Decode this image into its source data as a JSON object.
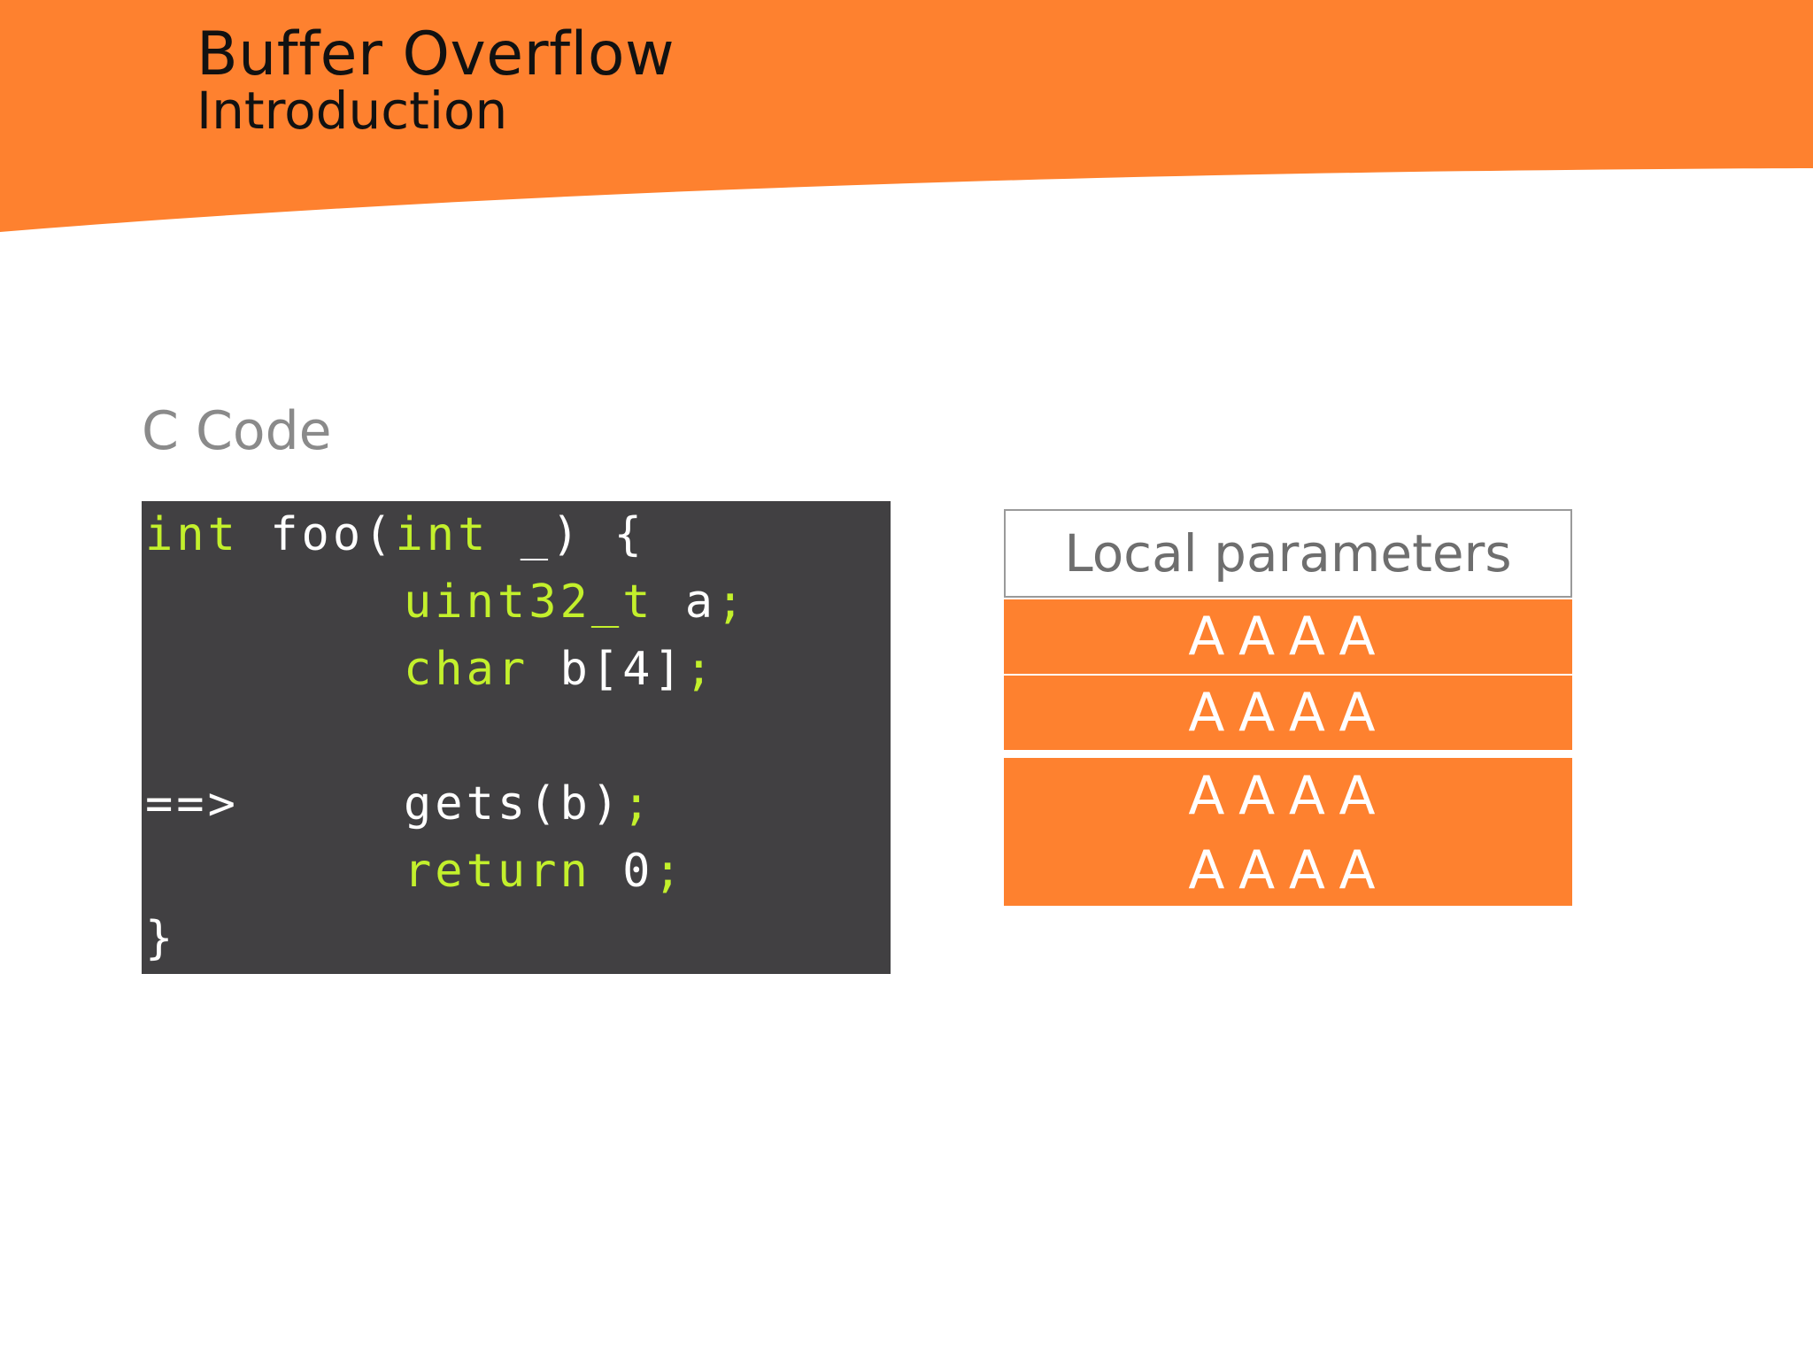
{
  "slide": {
    "title": "Buffer Overflow",
    "subtitle": "Introduction",
    "section_heading": "C Code",
    "accent_color": "#fe812f",
    "code_background": "#414042",
    "keyword_color": "#c3f02c"
  },
  "code": {
    "line1": {
      "kw1": "int",
      "txt1": " foo(",
      "kw2": "int",
      "txt2": " _) {"
    },
    "line2": {
      "kw": "uint32_t",
      "txt": " a",
      "pun": ";"
    },
    "line3": {
      "kw": "char",
      "txt": " b[4]",
      "pun": ";"
    },
    "line5": {
      "arrow": "==>",
      "txt": "gets(b)",
      "pun": ";"
    },
    "line6": {
      "kw": "return",
      "txt": " 0",
      "pun": ";"
    },
    "line7": {
      "txt": "}"
    }
  },
  "stack": {
    "header": "Local parameters",
    "cells": [
      "AAAA",
      "AAAA",
      "AAAA",
      "AAAA"
    ]
  }
}
